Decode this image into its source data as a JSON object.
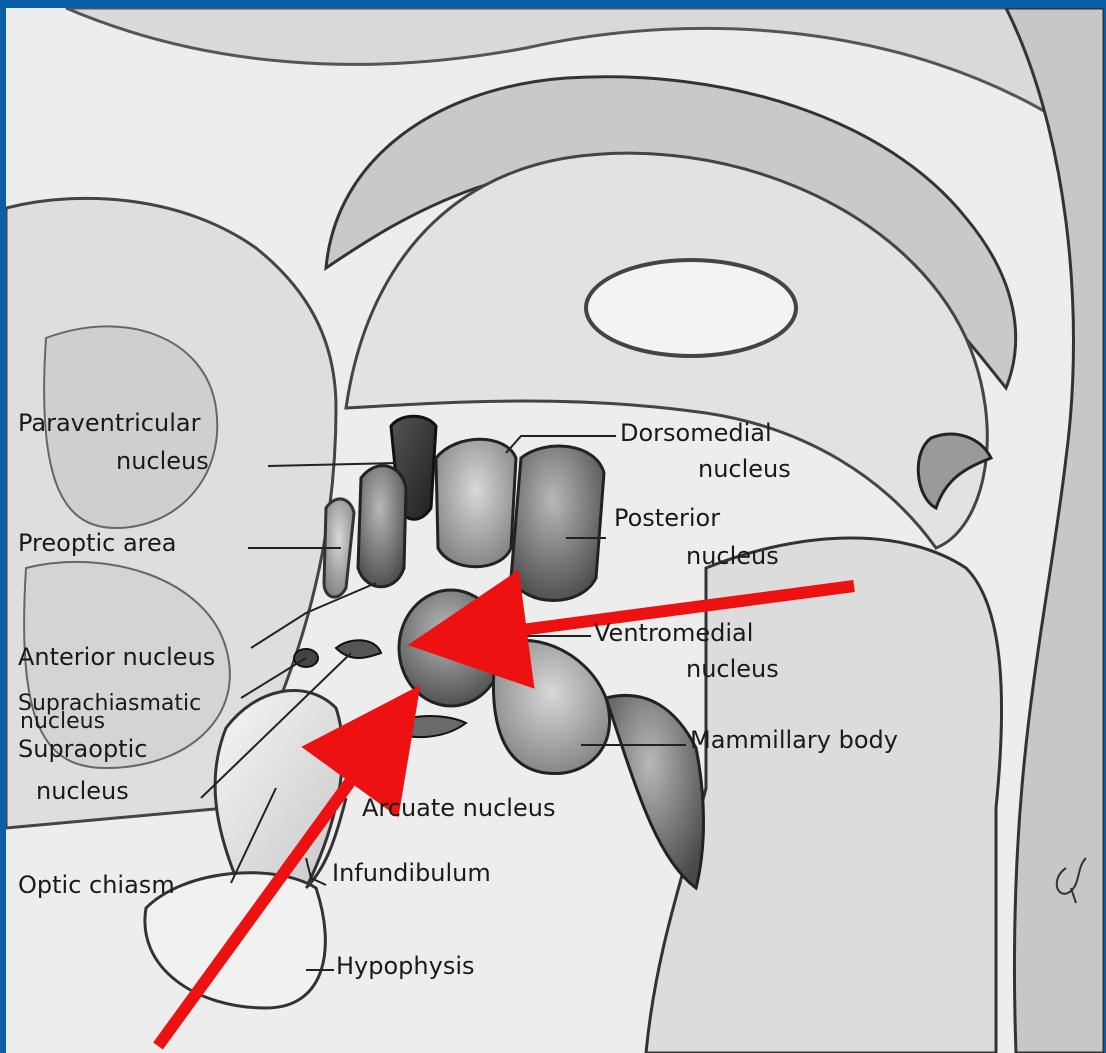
{
  "labels": {
    "paraventricular_1": "Paraventricular",
    "paraventricular_2": "nucleus",
    "preoptic": "Preoptic area",
    "anterior": "Anterior nucleus",
    "suprachiasmatic_1": "Suprachiasmatic",
    "suprachiasmatic_2": "nucleus",
    "supraoptic_1": "Supraoptic",
    "supraoptic_2": "nucleus",
    "optic": "Optic chiasm",
    "dorsomedial_1": "Dorsomedial",
    "dorsomedial_2": "nucleus",
    "posterior_1": "Posterior",
    "posterior_2": "nucleus",
    "ventromedial_1": "Ventromedial",
    "ventromedial_2": "nucleus",
    "mammillary": "Mammillary body",
    "arcuate": "Arcuate nucleus",
    "infundibulum": "Infundibulum",
    "hypophysis": "Hypophysis"
  },
  "colors": {
    "frame": "#0a5fa8",
    "arrow": "#ee1111",
    "ink": "#1a1a1a"
  }
}
